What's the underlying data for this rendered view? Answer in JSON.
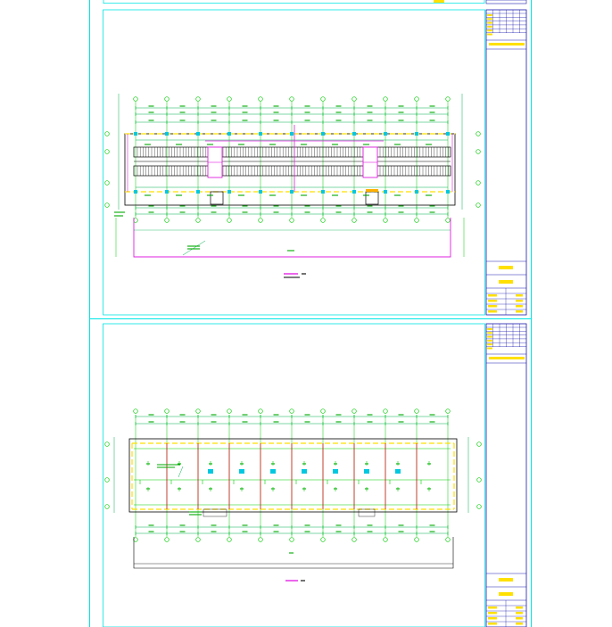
{
  "colors": {
    "background": "#ffffff",
    "sheet_border": "#00e5e5",
    "title_block": "#1a1ab0",
    "axis_grid": "#00cc00",
    "dimension": "#00b050",
    "corridor": "#ffe000",
    "partition": "#e020e0",
    "beam": "#d01818",
    "outline": "#000000",
    "label": "#00aa00",
    "stamp": "#ffe000",
    "note": "#e000e0"
  },
  "sheets": [
    {
      "type": "floor-plan",
      "title_text": "",
      "axis_count": 11
    },
    {
      "type": "structure-plan",
      "title_text": "",
      "axis_count": 11
    }
  ]
}
